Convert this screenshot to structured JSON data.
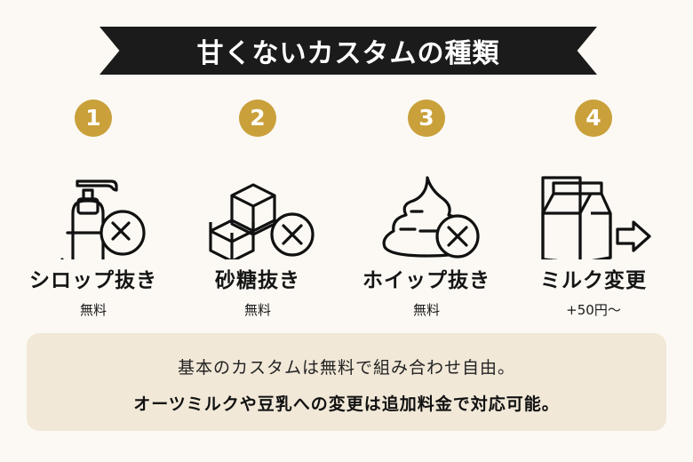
{
  "header": {
    "title": "甘くないカスタムの種類"
  },
  "items": [
    {
      "number": "1",
      "icon": "syrup-pump-bottle-x-icon",
      "label": "シロップ抜き",
      "price": "無料"
    },
    {
      "number": "2",
      "icon": "sugar-cubes-x-icon",
      "label": "砂糖抜き",
      "price": "無料"
    },
    {
      "number": "3",
      "icon": "whipped-cream-x-icon",
      "label": "ホイップ抜き",
      "price": "無料"
    },
    {
      "number": "4",
      "icon": "milk-carton-arrow-icon",
      "label": "ミルク変更",
      "price": "+50円〜"
    }
  ],
  "info": {
    "line1": "基本のカスタムは無料で組み合わせ自由。",
    "line2": "オーツミルクや豆乳への変更は追加料金で対応可能。"
  },
  "colors": {
    "background": "#fcf9f4",
    "banner": "#1b1b1b",
    "badge": "#c9a03a",
    "info_box": "#f1e8d8"
  }
}
